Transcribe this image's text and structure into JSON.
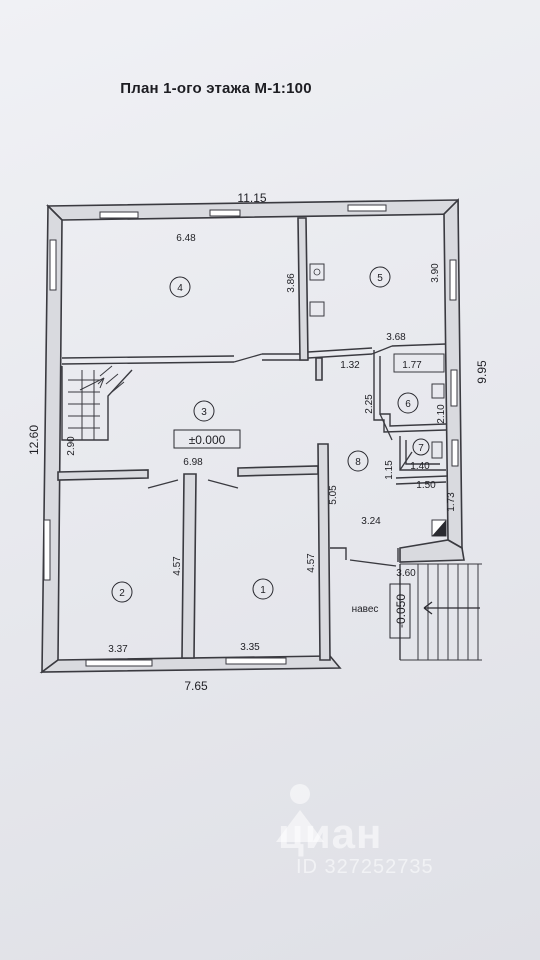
{
  "title": "План 1-ого этажа М-1:100",
  "dimensions": {
    "top_width": "11.15",
    "left_height": "12.60",
    "right_height": "9.95",
    "bottom_width": "7.65",
    "room4_width": "6.48",
    "room4_height": "3.86",
    "room5_height": "3.90",
    "room5_width": "3.68",
    "hall_stub": "1.32",
    "bath_width": "1.77",
    "room6_height": "2.25",
    "room6_side": "2.10",
    "stair_height": "2.90",
    "room3_width": "6.98",
    "room7_height": "1.15",
    "room7_width": "1.40",
    "room7_bottom": "1.50",
    "corridor_height": "5.05",
    "room8_side": "1.73",
    "room8_width": "3.24",
    "room2_height": "4.57",
    "room1_height": "4.57",
    "room2_width": "3.37",
    "room1_width": "3.35",
    "porch_width": "3.60"
  },
  "rooms": {
    "r1": "1",
    "r2": "2",
    "r3": "3",
    "r4": "4",
    "r5": "5",
    "r6": "6",
    "r7": "7",
    "r8": "8"
  },
  "levels": {
    "floor": "±0.000",
    "porch": "-0.050"
  },
  "labels": {
    "canopy": "навес"
  },
  "watermark": {
    "brand": "циан",
    "id": "ID 327252735"
  }
}
